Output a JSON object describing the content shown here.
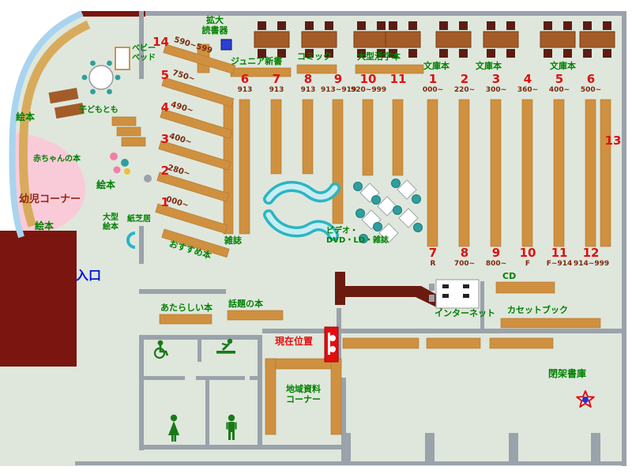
{
  "colors": {
    "floor": "#dfe7dc",
    "wall_gray": "#9aa2ab",
    "shelf_tan": "#cf9040",
    "wall_maroon": "#7a150f",
    "kids_pink": "#f9cbd9",
    "sofa_teal": "#2ab5c4",
    "label_green": "#008000",
    "number_red": "#e01010",
    "code_brown": "#7b2a10",
    "entrance_blue": "#0013d6",
    "window_blue": "#a9d4ef"
  },
  "labels": {
    "magnifier_reader": "拡大\n読書器",
    "junior_shinsho": "ジュニア新書",
    "comic": "コミック",
    "large_print": "大型活字本",
    "bunkobon_1": "文庫本",
    "bunkobon_2": "文庫本",
    "bunkobon_3": "文庫本",
    "shelf_13": "13",
    "ehon_1": "絵本",
    "ehon_2": "絵本",
    "ehon_3": "絵本",
    "baby_books": "赤ちゃんの本",
    "infant_corner": "幼児コーナー",
    "kodomo_tomo": "子どもとも",
    "baby_bed": "ベビー\nベッド",
    "large_ehon": "大型\n絵本",
    "kamishibai": "紙芝居",
    "recommended": "おすすめ本",
    "magazines": "雑誌",
    "video_av": "ビデオ・\nDVD・LD・雑誌",
    "entrance": "入口",
    "new_books": "あたらしい本",
    "topical_books": "話題の本",
    "current_location": "現在位置",
    "local_materials": "地域資料\nコーナー",
    "internet": "インターネット",
    "cd": "CD",
    "cassette_books": "カセットブック",
    "closed_stacks": "閉架書庫"
  },
  "diagonal_shelves": [
    {
      "num": "14",
      "range": "590~599"
    },
    {
      "num": "5",
      "range": "750~"
    },
    {
      "num": "4",
      "range": "490~"
    },
    {
      "num": "3",
      "range": "400~"
    },
    {
      "num": "2",
      "range": "280~"
    },
    {
      "num": "1",
      "range": "000~"
    }
  ],
  "columns_left": [
    {
      "num": "6",
      "code": "913"
    },
    {
      "num": "7",
      "code": "913"
    },
    {
      "num": "8",
      "code": "913"
    },
    {
      "num": "9",
      "code": "913~919"
    },
    {
      "num": "10",
      "code": "920~999"
    },
    {
      "num": "11",
      "code": ""
    }
  ],
  "columns_right_top": [
    {
      "num": "1",
      "code": "000~"
    },
    {
      "num": "2",
      "code": "220~"
    },
    {
      "num": "3",
      "code": "300~"
    },
    {
      "num": "4",
      "code": "360~"
    },
    {
      "num": "5",
      "code": "400~"
    },
    {
      "num": "6",
      "code": "500~"
    }
  ],
  "columns_right_bottom": [
    {
      "num": "7",
      "code": "R"
    },
    {
      "num": "8",
      "code": "700~"
    },
    {
      "num": "9",
      "code": "800~"
    },
    {
      "num": "10",
      "code": "F"
    },
    {
      "num": "11",
      "code": "F~914"
    },
    {
      "num": "12",
      "code": "914~999"
    }
  ],
  "icons": {
    "wheelchair": "wheelchair-accessible-toilet-icon",
    "baby_changing": "baby-changing-icon",
    "womens_toilet": "womens-toilet-icon",
    "mens_toilet": "mens-toilet-icon",
    "closed_stacks_star": "star-marker-icon",
    "current_location_marker": "red-location-marker",
    "magnifier_device": "blue-device-square"
  }
}
